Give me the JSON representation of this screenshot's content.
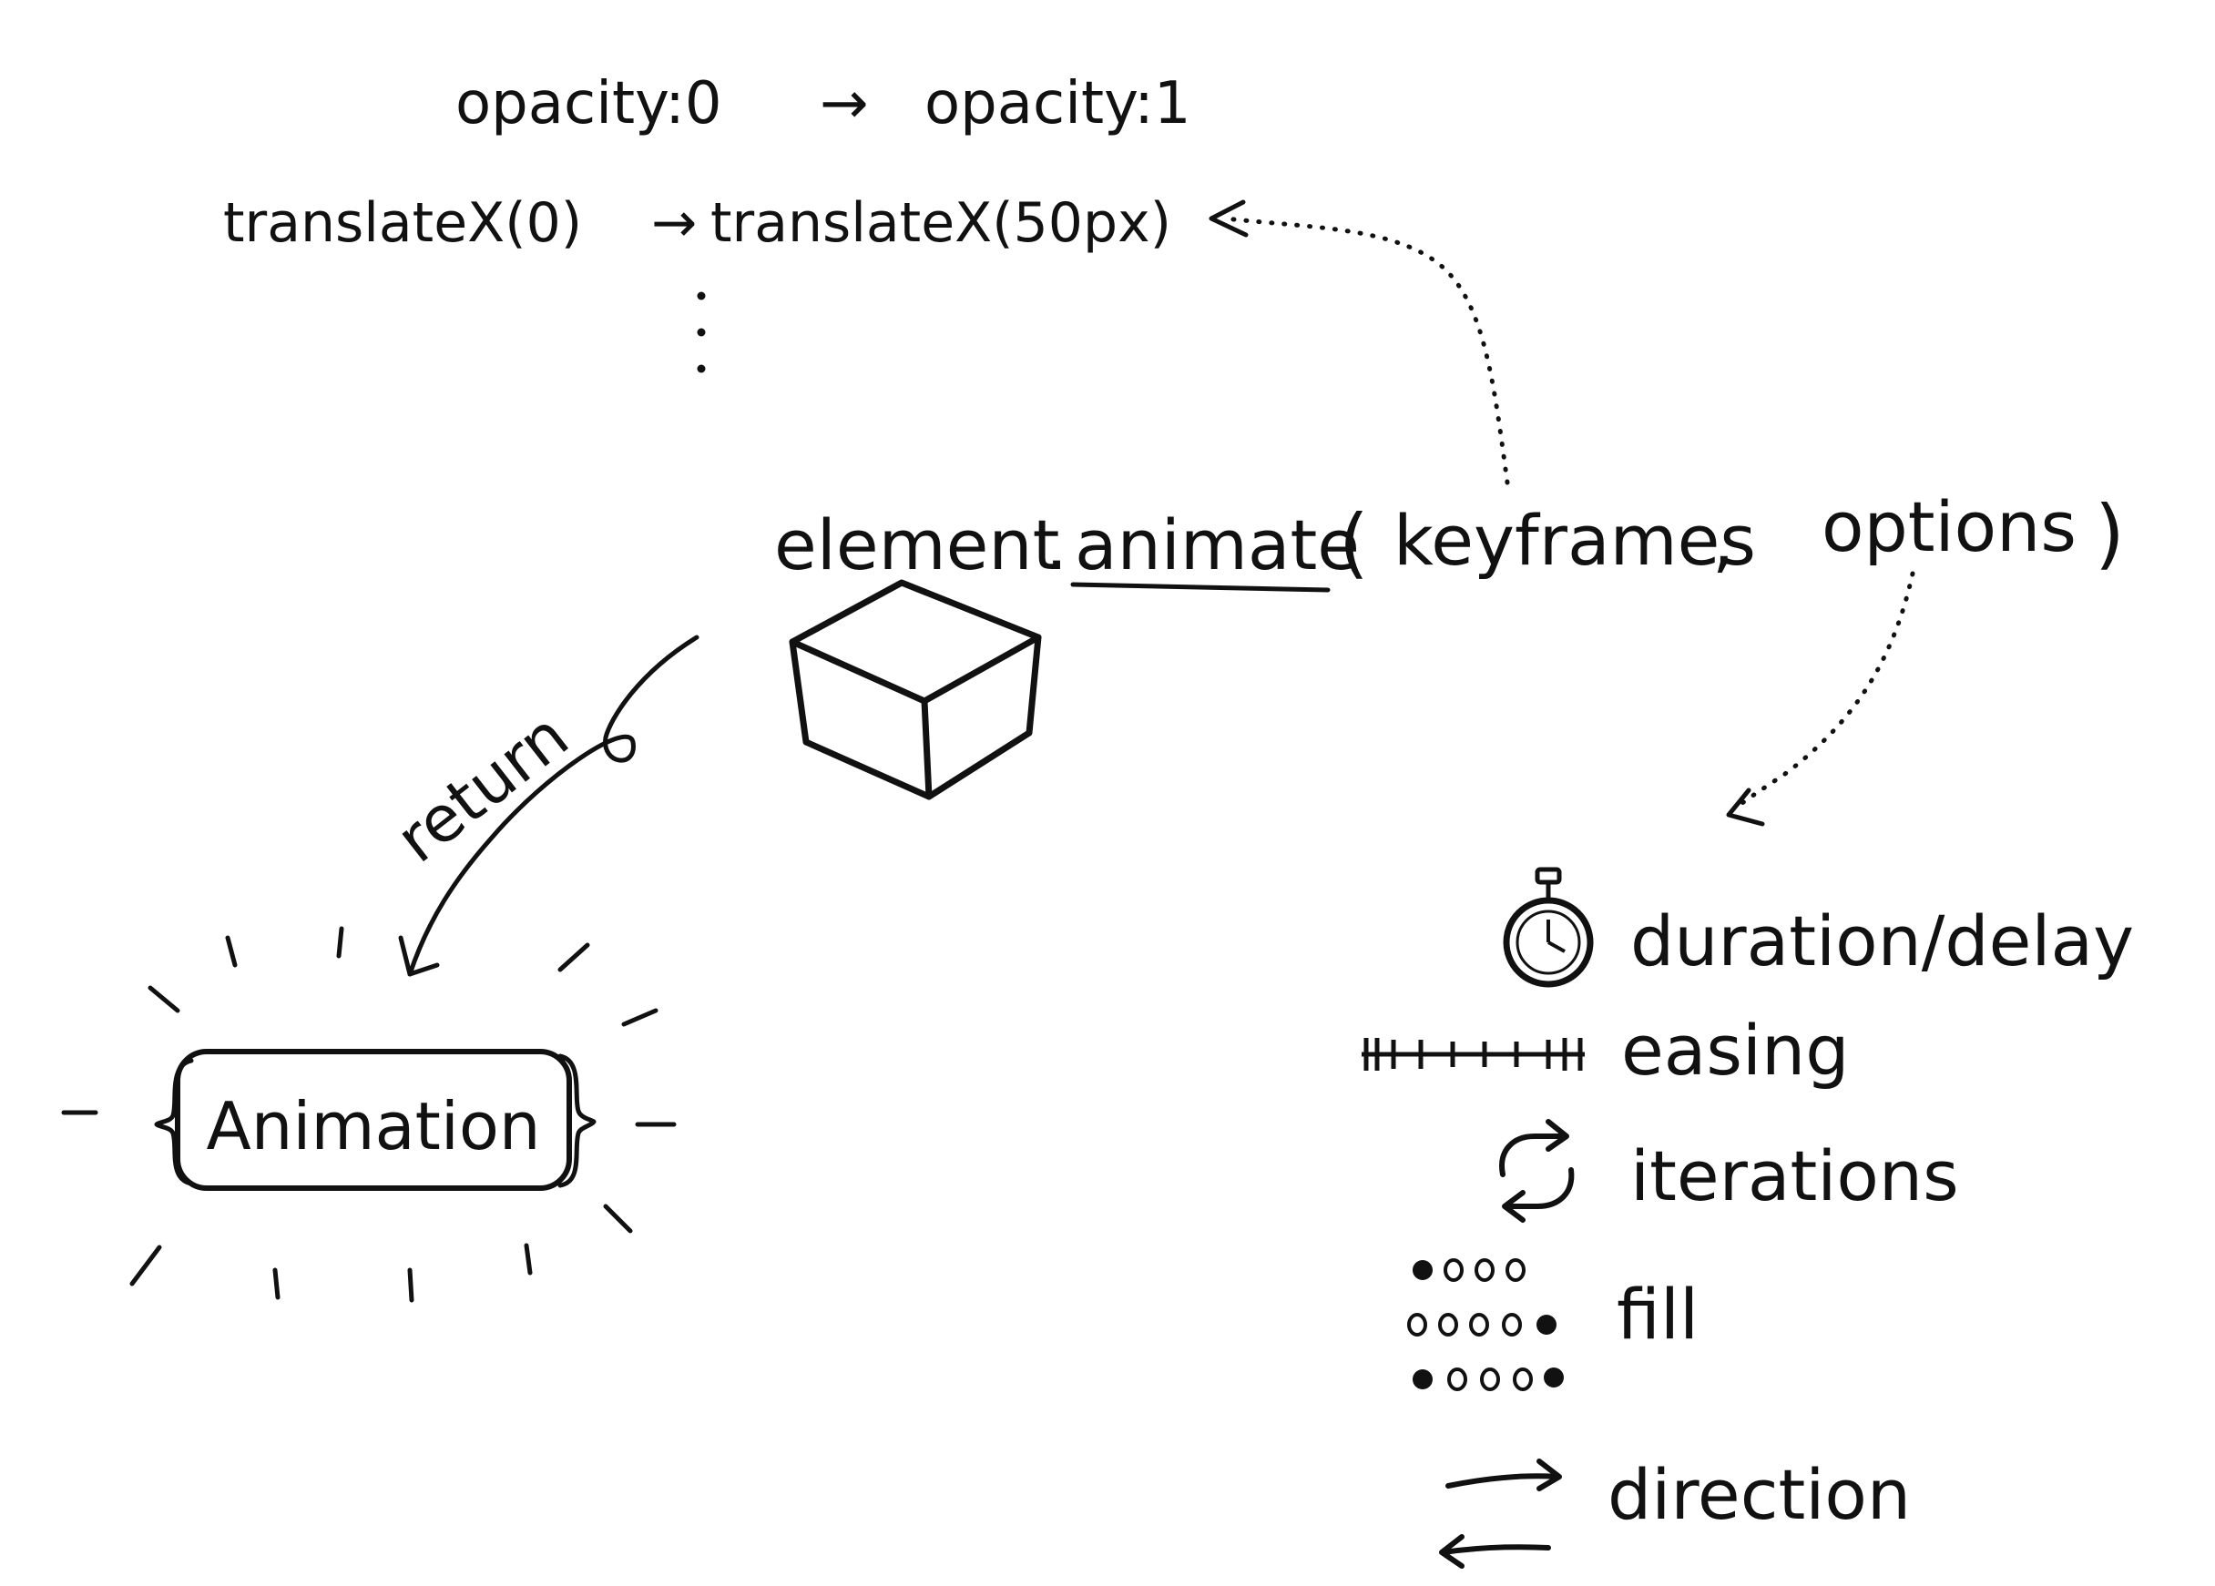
{
  "keyframes": {
    "line1_from": "opacity:0",
    "line1_arrow": "→",
    "line1_to": "opacity:1",
    "line2_from": "translateX(0)",
    "line2_arrow": "→",
    "line2_to": "translateX(50px)",
    "continuation": "⋮"
  },
  "call": {
    "object": "element",
    "dot": ".",
    "method": "animate",
    "open_paren": "(",
    "arg1": "keyframes",
    "comma": ",",
    "arg2": "options",
    "close_paren": ")"
  },
  "return_label": "return",
  "result": {
    "label": "Animation"
  },
  "options": {
    "items": [
      {
        "label": "duration/delay",
        "icon": "stopwatch-icon"
      },
      {
        "label": "easing",
        "icon": "easing-timeline-icon"
      },
      {
        "label": "iterations",
        "icon": "repeat-icon"
      },
      {
        "label": "fill",
        "icon": "fill-dots-icon"
      },
      {
        "label": "direction",
        "icon": "direction-arrows-icon"
      }
    ]
  },
  "colors": {
    "ink": "#111111",
    "background": "#ffffff"
  }
}
